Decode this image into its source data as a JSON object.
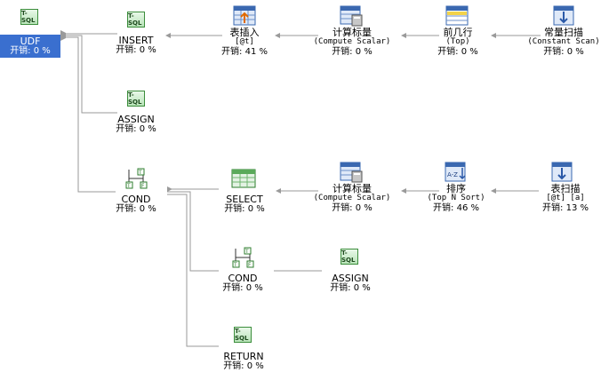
{
  "cost_prefix": "开销:",
  "nodes": {
    "udf": {
      "name": "UDF",
      "cost": "0 %"
    },
    "insert": {
      "name": "INSERT",
      "cost": "0 %"
    },
    "tblins": {
      "name": "表插入",
      "sub": "[@t]",
      "cost": "41 %"
    },
    "compute1": {
      "name": "计算标量",
      "sub": "(Compute Scalar)",
      "cost": "0 %"
    },
    "top": {
      "name": "前几行",
      "sub": "(Top)",
      "cost": "0 %"
    },
    "constscan": {
      "name": "常量扫描",
      "sub": "(Constant Scan)",
      "cost": "0 %"
    },
    "assign1": {
      "name": "ASSIGN",
      "cost": "0 %"
    },
    "cond1": {
      "name": "COND",
      "cost": "0 %"
    },
    "select": {
      "name": "SELECT",
      "cost": "0 %"
    },
    "compute2": {
      "name": "计算标量",
      "sub": "(Compute Scalar)",
      "cost": "0 %"
    },
    "sort": {
      "name": "排序",
      "sub": "(Top N Sort)",
      "cost": "46 %"
    },
    "tblscan": {
      "name": "表扫描",
      "sub": "[@t] [a]",
      "cost": "13 %"
    },
    "cond2": {
      "name": "COND",
      "cost": "0 %"
    },
    "assign2": {
      "name": "ASSIGN",
      "cost": "0 %"
    },
    "return": {
      "name": "RETURN",
      "cost": "0 %"
    }
  },
  "icons": {
    "tsql": "T-SQL",
    "cond_t": "T",
    "cond_f": "F",
    "sort_az": "A-Z"
  }
}
